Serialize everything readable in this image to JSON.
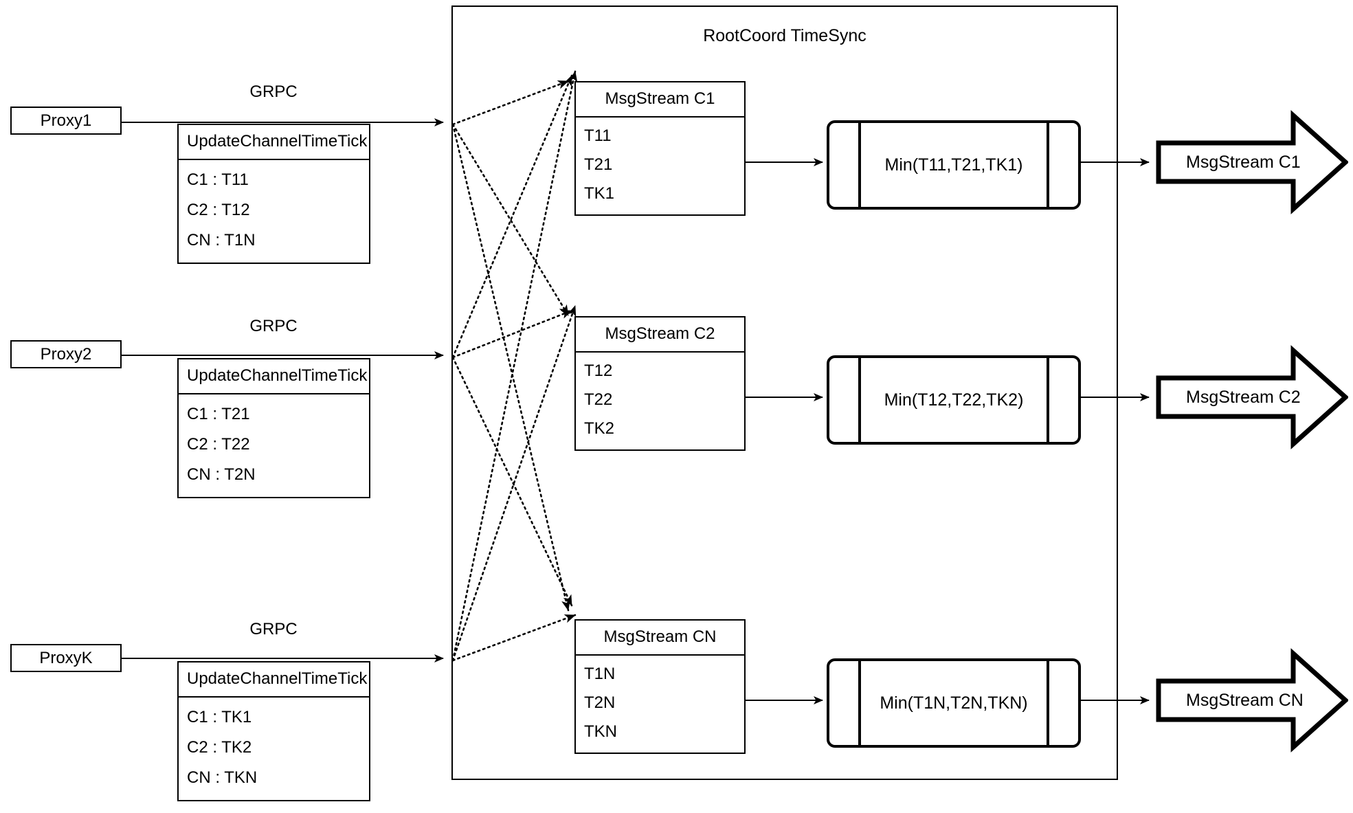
{
  "diagram": {
    "title": "RootCoord TimeSync",
    "container_label": "RootCoord TimeSync"
  },
  "rows": [
    {
      "proxy": "Proxy1",
      "link_label": "GRPC",
      "request": {
        "header": "UpdateChannelTimeTick",
        "items": [
          "C1 :  T11",
          "C2 :  T12",
          "CN : T1N"
        ]
      },
      "msgstream": {
        "header": "MsgStream C1",
        "items": [
          "T11",
          "T21",
          "TK1"
        ]
      },
      "process": "Min(T11,T21,TK1)",
      "output": "MsgStream C1"
    },
    {
      "proxy": "Proxy2",
      "link_label": "GRPC",
      "request": {
        "header": "UpdateChannelTimeTick",
        "items": [
          "C1 :  T21",
          "C2 :  T22",
          "CN : T2N"
        ]
      },
      "msgstream": {
        "header": "MsgStream C2",
        "items": [
          "T12",
          "T22",
          "TK2"
        ]
      },
      "process": "Min(T12,T22,TK2)",
      "output": "MsgStream C2"
    },
    {
      "proxy": "ProxyK",
      "link_label": "GRPC",
      "request": {
        "header": "UpdateChannelTimeTick",
        "items": [
          "C1 :  TK1",
          "C2 :  TK2",
          "CN : TKN"
        ]
      },
      "msgstream": {
        "header": "MsgStream CN",
        "items": [
          "T1N",
          "T2N",
          "TKN"
        ]
      },
      "process": "Min(T1N,T2N,TKN)",
      "output": "MsgStream CN"
    }
  ],
  "colors": {
    "stroke": "#000000",
    "background": "#ffffff"
  }
}
